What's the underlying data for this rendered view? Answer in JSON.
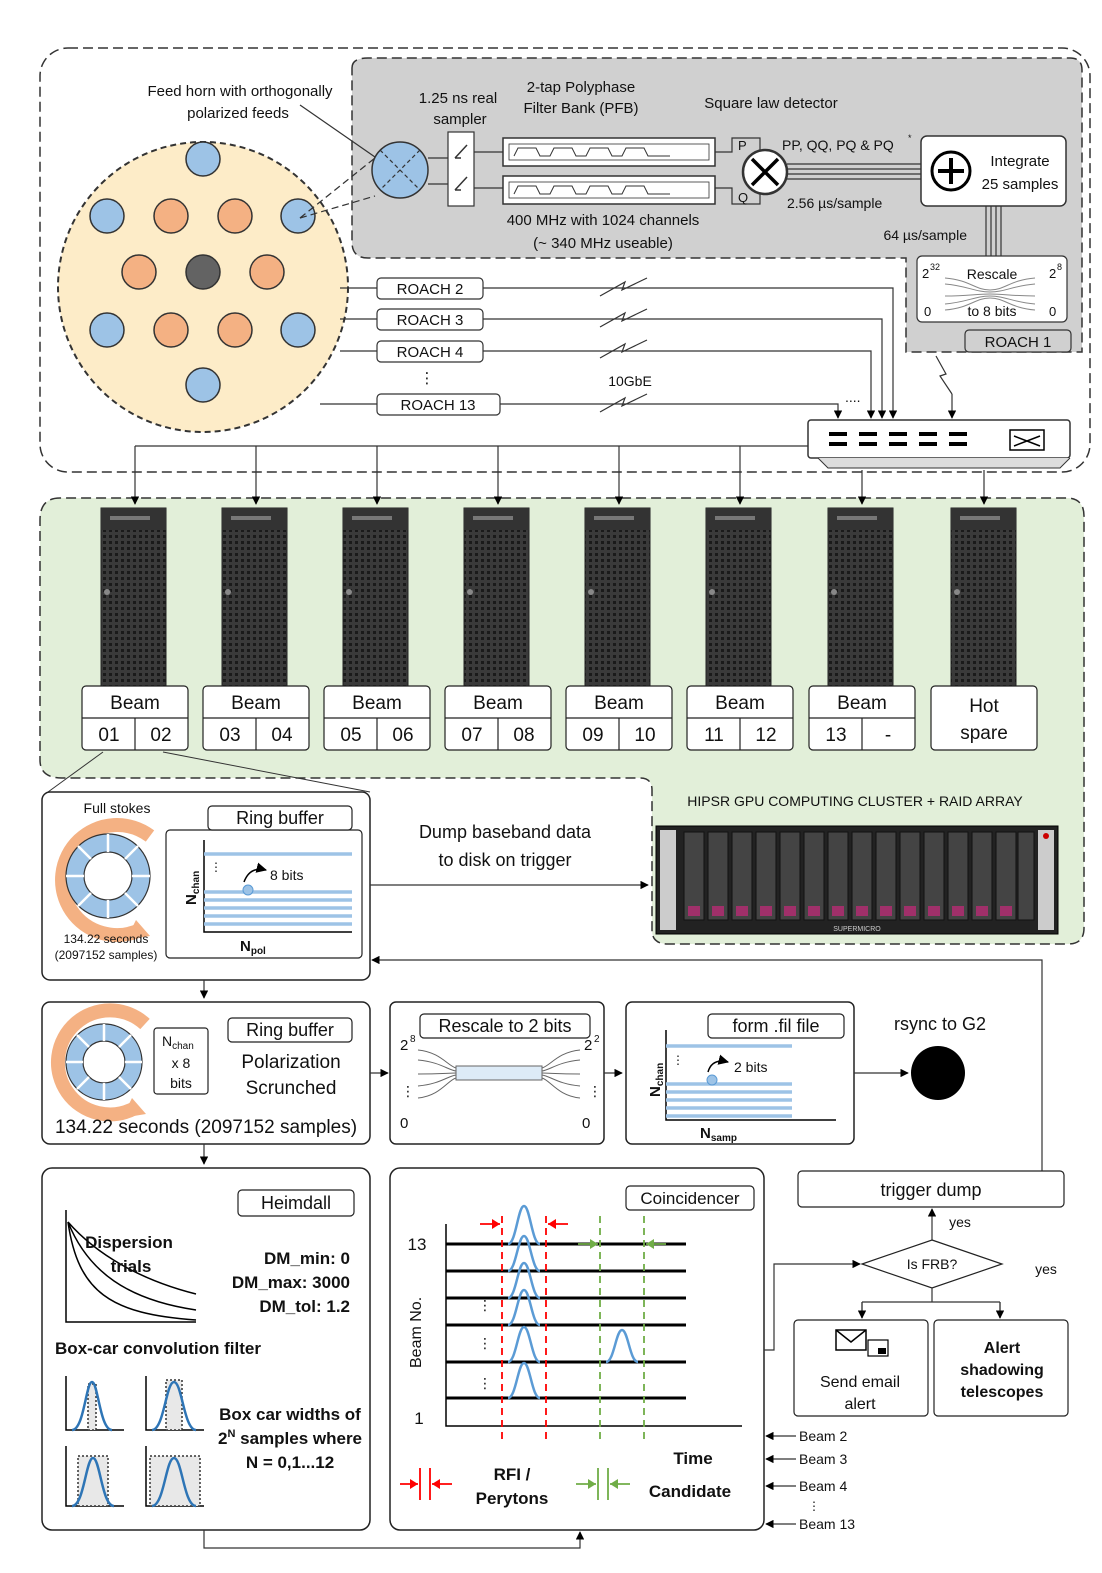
{
  "colors": {
    "beige": "#fdecc8",
    "horn_blue": "#9dc3e6",
    "horn_orange": "#f4b183",
    "horn_center": "#636363",
    "grey_panel": "#d0d0d0",
    "green_panel": "#e2efd9",
    "rfi_red": "#ff0000",
    "candidate_green": "#70ad47",
    "pulse_blue": "#5b9bd5",
    "ring_orange": "#f4b183",
    "ring_blue": "#9dc3e6"
  },
  "feed": {
    "horn_label_1": "Feed horn with orthogonally",
    "horn_label_2": "polarized feeds"
  },
  "roach1": {
    "sampler_1": "1.25 ns real",
    "sampler_2": "sampler",
    "pfb_1": "2-tap Polyphase",
    "pfb_2": "Filter Bank (PFB)",
    "sld": "Square law detector",
    "p": "P",
    "q": "Q",
    "products": "PP, QQ, PQ & PQ",
    "star": "*",
    "rate1": "2.56 µs/sample",
    "integrate_1": "Integrate",
    "integrate_2": "25 samples",
    "channels_1": "400 MHz with 1024 channels",
    "channels_2": "(~ 340 MHz useable)",
    "rate2": "64 µs/sample",
    "rescale_1": "Rescale",
    "rescale_2": "to 8 bits",
    "pow32": "32",
    "pow8": "8",
    "two": "2",
    "zero": "0",
    "label": "ROACH 1"
  },
  "roaches": {
    "r2": "ROACH 2",
    "r3": "ROACH 3",
    "r4": "ROACH 4",
    "vdots": "⋮",
    "r13": "ROACH 13",
    "gbe": "10GbE",
    "dots": "...."
  },
  "cluster": {
    "beam": "Beam",
    "servers": [
      {
        "a": "01",
        "b": "02"
      },
      {
        "a": "03",
        "b": "04"
      },
      {
        "a": "05",
        "b": "06"
      },
      {
        "a": "07",
        "b": "08"
      },
      {
        "a": "09",
        "b": "10"
      },
      {
        "a": "11",
        "b": "12"
      },
      {
        "a": "13",
        "b": "-"
      }
    ],
    "hot_1": "Hot",
    "hot_2": "spare",
    "hipsr": "HIPSR GPU COMPUTING CLUSTER + RAID ARRAY",
    "brand": "SUPERMICRO"
  },
  "ring1": {
    "full_stokes": "Full stokes",
    "title": "Ring buffer",
    "nchan": "N",
    "nchan_sub": "chan",
    "npol": "N",
    "npol_sub": "pol",
    "bits": "8 bits",
    "seconds": "134.22 seconds",
    "samples": "(2097152 samples)",
    "dump_1": "Dump baseband data",
    "dump_2": "to disk on trigger"
  },
  "ring2": {
    "nchan": "N",
    "nchan_sub": "chan",
    "x8": "x 8",
    "bits": "bits",
    "title": "Ring buffer",
    "pol_1": "Polarization",
    "pol_2": "Scrunched",
    "caption": "134.22 seconds (2097152 samples)"
  },
  "rescale2": {
    "title": "Rescale to 2 bits",
    "two": "2",
    "pow8": "8",
    "pow2": "2",
    "zero": "0"
  },
  "fil": {
    "title": "form .fil file",
    "nchan": "N",
    "nchan_sub": "chan",
    "nsamp": "N",
    "nsamp_sub": "samp",
    "bits": "2 bits",
    "rsync": "rsync to G2"
  },
  "heimdall": {
    "title": "Heimdall",
    "disp_1": "Dispersion",
    "disp_2": "trials",
    "dm_min": "DM_min: 0",
    "dm_max": "DM_max: 3000",
    "dm_tol": "DM_tol: 1.2",
    "boxcar": "Box-car convolution filter",
    "w1": "Box car widths of",
    "w2_base": "2",
    "w2_sup": "N",
    "w2_rest": " samples where",
    "w3": "N = 0,1...12"
  },
  "coinc": {
    "title": "Coincidencer",
    "b13": "13",
    "b1": "1",
    "ylabel": "Beam No.",
    "time": "Time",
    "rfi_1": "RFI /",
    "rfi_2": "Perytons",
    "candidate": "Candidate",
    "vdots": "⋮"
  },
  "flow": {
    "trigger": "trigger dump",
    "yes1": "yes",
    "yes2": "yes",
    "isfrb": "Is FRB?",
    "email_1": "Send email",
    "email_2": "alert",
    "alert_1": "Alert",
    "alert_2": "shadowing",
    "alert_3": "telescopes",
    "beam2": "Beam 2",
    "beam3": "Beam 3",
    "beam4": "Beam 4",
    "vdots": "⋮",
    "beam13": "Beam 13"
  }
}
